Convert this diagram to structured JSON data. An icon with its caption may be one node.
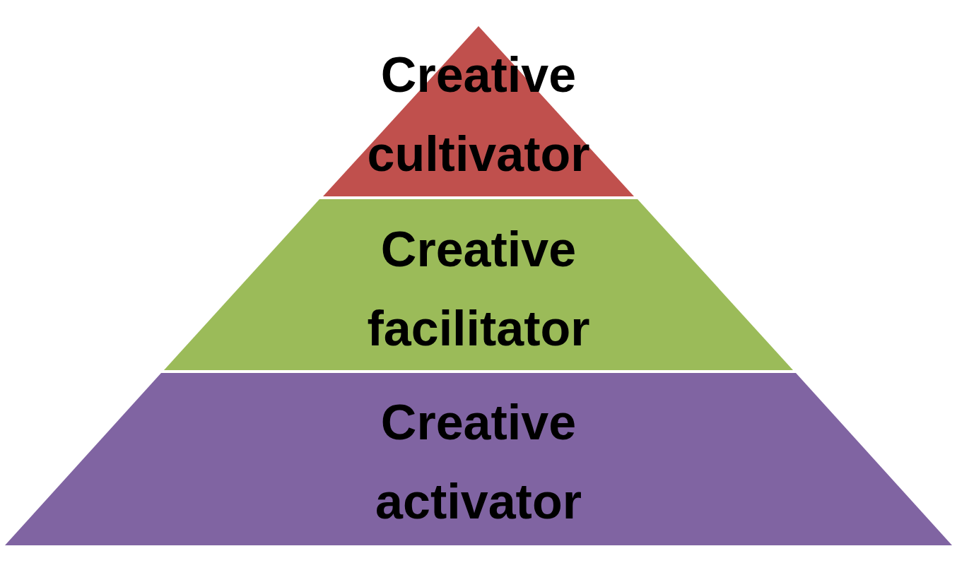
{
  "diagram": {
    "nodes": [
      {
        "text": [
          "Creative cultivator"
        ]
      },
      {
        "text": [
          "Creative facilitator"
        ]
      },
      {
        "text": [
          "Creative activator"
        ]
      }
    ]
  }
}
